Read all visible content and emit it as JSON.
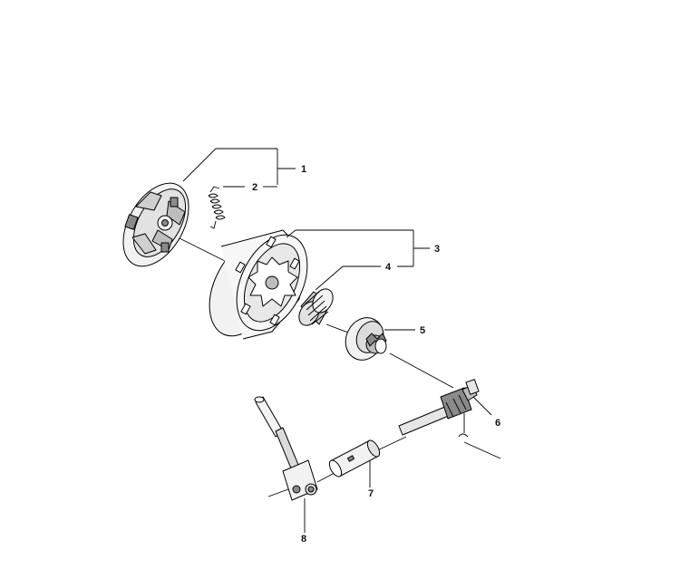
{
  "callouts": [
    {
      "id": "1",
      "label": "1"
    },
    {
      "id": "2",
      "label": "2"
    },
    {
      "id": "3",
      "label": "3"
    },
    {
      "id": "4",
      "label": "4"
    },
    {
      "id": "5",
      "label": "5"
    },
    {
      "id": "6",
      "label": "6"
    },
    {
      "id": "7",
      "label": "7"
    },
    {
      "id": "8",
      "label": "8"
    }
  ],
  "parts": [
    {
      "callout": "1",
      "name": "clutch-shoe-assembly-icon"
    },
    {
      "callout": "2",
      "name": "clutch-spring-icon"
    },
    {
      "callout": "3",
      "name": "clutch-drum-icon"
    },
    {
      "callout": "4",
      "name": "needle-bearing-icon"
    },
    {
      "callout": "5",
      "name": "oil-pump-drive-icon"
    },
    {
      "callout": "6",
      "name": "crankshaft-icon"
    },
    {
      "callout": "7",
      "name": "sleeve-icon"
    },
    {
      "callout": "8",
      "name": "brake-lever-icon"
    }
  ],
  "colors": {
    "ink": "#000000",
    "fill_light": "#f2f2f2",
    "fill_mid": "#cfcfcf",
    "fill_dark": "#8a8a8a"
  }
}
